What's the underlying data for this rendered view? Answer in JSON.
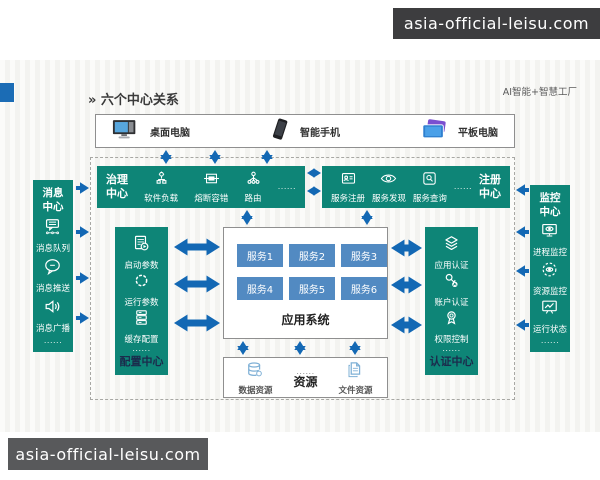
{
  "banners": {
    "top_text": "asia-official-leisu.com",
    "bottom_text": "asia-official-leisu.com"
  },
  "header": {
    "title": "» 六个中心关系",
    "tagline": "AI智能+智慧工厂"
  },
  "devices": [
    {
      "icon": "desktop-icon",
      "label": "桌面电脑"
    },
    {
      "icon": "smartphone-icon",
      "label": "智能手机"
    },
    {
      "icon": "tablet-icon",
      "label": "平板电脑"
    }
  ],
  "centers": {
    "governance": {
      "title_lines": [
        "治理",
        "中心"
      ],
      "items": [
        "软件负载",
        "熔断容错",
        "路由"
      ],
      "ellipsis": "......"
    },
    "registration": {
      "title_lines": [
        "注册",
        "中心"
      ],
      "items": [
        "服务注册",
        "服务发现",
        "服务查询"
      ],
      "ellipsis": "......"
    },
    "message": {
      "title_lines": [
        "消息",
        "中心"
      ],
      "items": [
        "消息队列",
        "消息推送",
        "消息广播"
      ],
      "ellipsis": "......"
    },
    "monitoring": {
      "title_lines": [
        "监控",
        "中心"
      ],
      "items": [
        "进程监控",
        "资源监控",
        "运行状态"
      ],
      "ellipsis": "......"
    },
    "config": {
      "title": "配置中心",
      "items": [
        "启动参数",
        "运行参数",
        "缓存配置"
      ],
      "ellipsis": "......"
    },
    "auth": {
      "title": "认证中心",
      "items": [
        "应用认证",
        "账户认证",
        "权限控制"
      ],
      "ellipsis": "......"
    }
  },
  "app_system": {
    "label": "应用系统",
    "services": [
      "服务1",
      "服务2",
      "服务3",
      "服务4",
      "服务5",
      "服务6"
    ]
  },
  "resources": {
    "label": "资源",
    "ellipsis": "......",
    "items": [
      "数据资源",
      "文件资源"
    ]
  },
  "colors": {
    "teal": "#0e8577",
    "arrow_blue": "#1368b4",
    "service_blue": "#528ac2",
    "accent_blue": "#1b6cb5",
    "dark_title": "#1b2b4c",
    "banner_top": "#3d3d3f",
    "banner_bottom": "#58595b"
  }
}
